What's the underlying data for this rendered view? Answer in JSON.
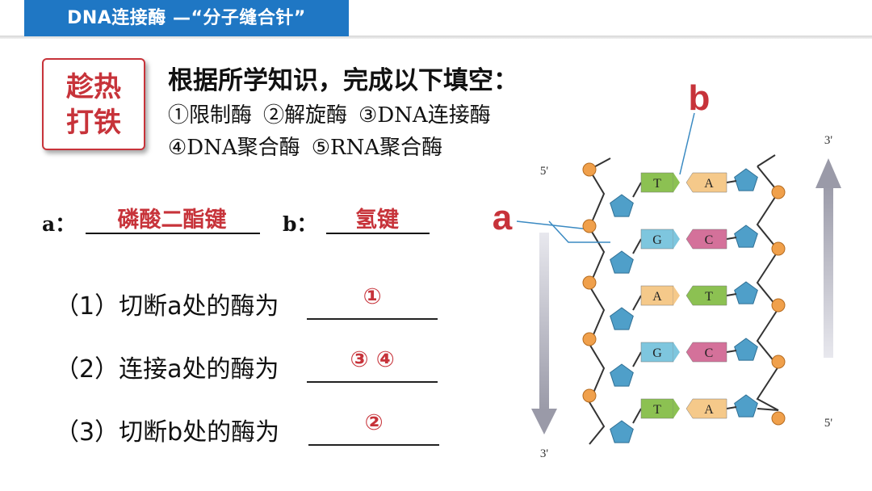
{
  "header": {
    "title": "DNA连接酶 —“分子缝合针”"
  },
  "badge": {
    "line1": "趁热",
    "line2": "打铁"
  },
  "instruction": "根据所学知识，完成以下填空：",
  "options": [
    "①限制酶",
    "②解旋酶",
    "③DNA连接酶",
    "④DNA聚合酶",
    "⑤RNA聚合酶"
  ],
  "blanks": {
    "a_label": "a：",
    "a_answer": "磷酸二酯键",
    "b_label": "b：",
    "b_answer": "氢键"
  },
  "questions": [
    {
      "text": "（1）切断a处的酶为",
      "answer": "①"
    },
    {
      "text": "（2）连接a处的酶为",
      "answer": "③ ④"
    },
    {
      "text": "（3）切断b处的酶为",
      "answer": "②"
    }
  ],
  "diagram": {
    "label_a": "a",
    "label_b": "b",
    "left_top": "5'",
    "left_bottom": "3'",
    "right_top": "3'",
    "right_bottom": "5'",
    "pairs": [
      {
        "left": "T",
        "right": "A",
        "left_color": "#8cc152",
        "right_color": "#f5c98a"
      },
      {
        "left": "G",
        "right": "C",
        "left_color": "#7ec6de",
        "right_color": "#d4719a"
      },
      {
        "left": "A",
        "right": "T",
        "left_color": "#f5c98a",
        "right_color": "#8cc152"
      },
      {
        "left": "G",
        "right": "C",
        "left_color": "#7ec6de",
        "right_color": "#d4719a"
      },
      {
        "left": "T",
        "right": "A",
        "left_color": "#8cc152",
        "right_color": "#f5c98a"
      }
    ],
    "colors": {
      "phosphate": "#f0a04b",
      "sugar": "#4f9fc9",
      "label": "#c7333a"
    }
  }
}
